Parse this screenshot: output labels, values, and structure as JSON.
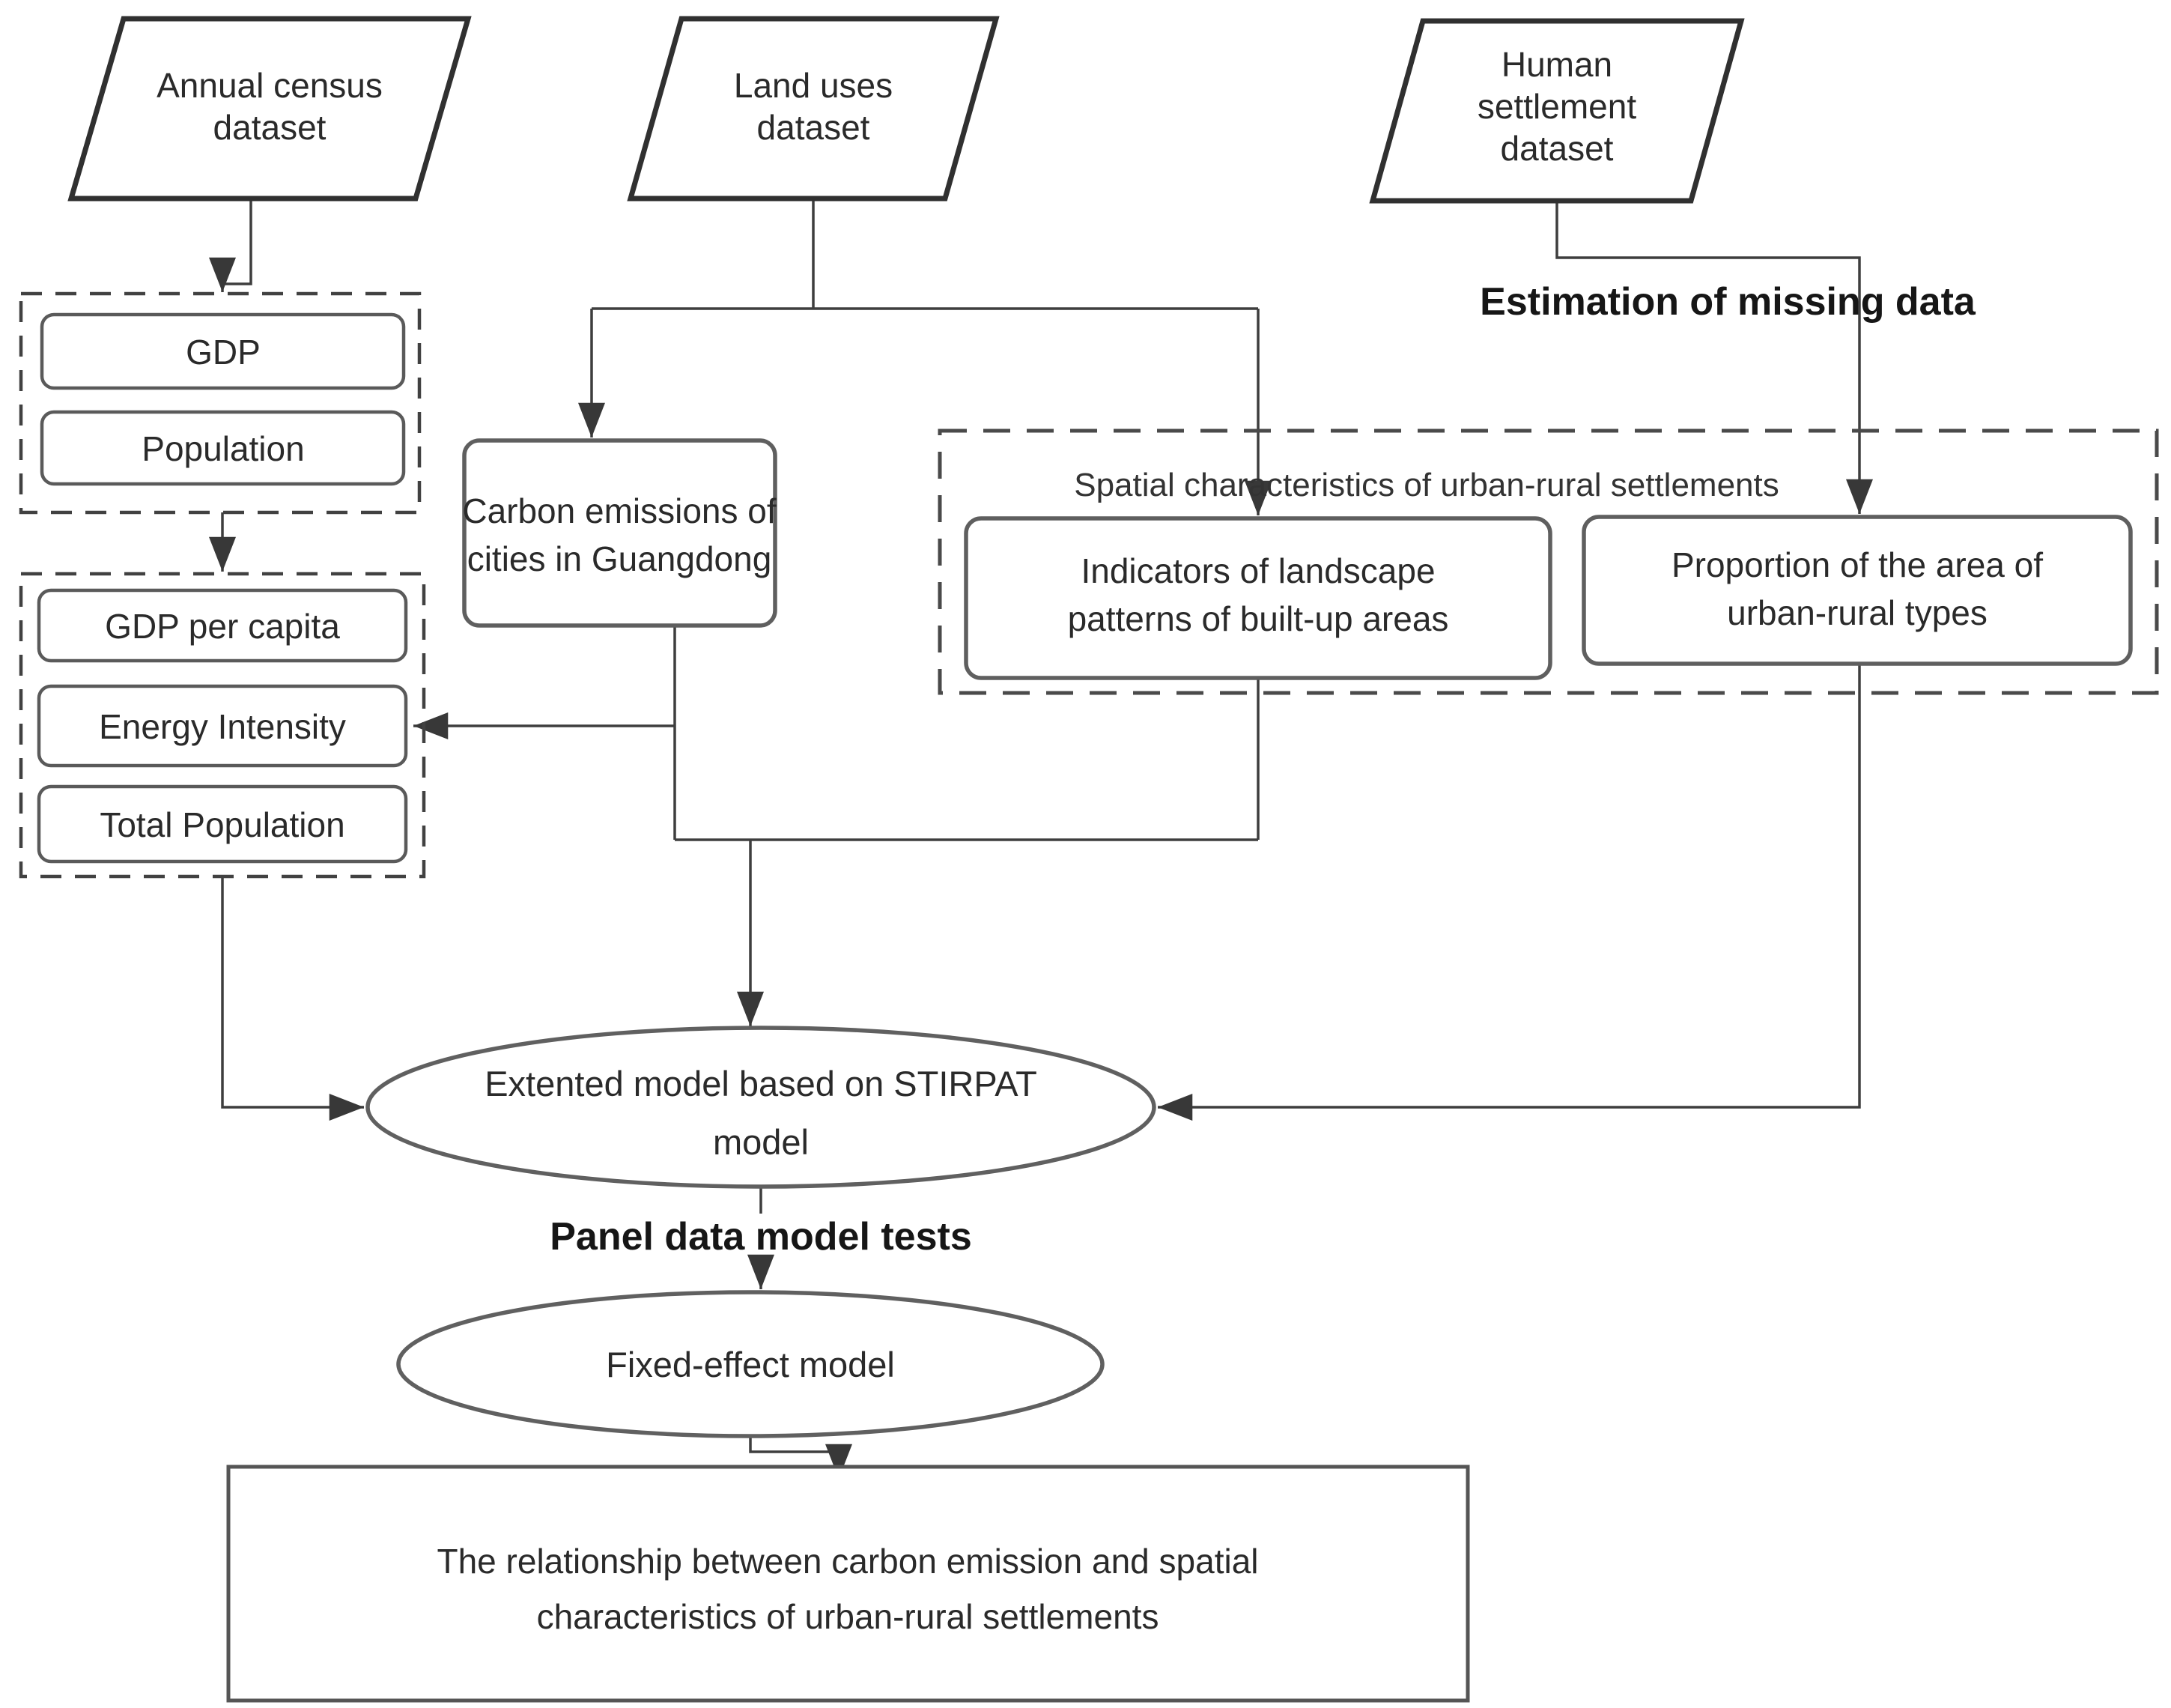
{
  "diagram": {
    "colors": {
      "background": "#ffffff",
      "connector": "#3e3e3e",
      "arrowhead": "#383838",
      "shape_border": "#5f5f5f",
      "parallelogram_border": "#303030",
      "dashed_border": "#414141",
      "text": "#2a2a2a",
      "bold_text": "#161616"
    },
    "nodes": {
      "annual_census_dataset": {
        "line1": "Annual census",
        "line2": "dataset"
      },
      "land_uses_dataset": {
        "line1": "Land uses",
        "line2": "dataset"
      },
      "human_settlement_dataset": {
        "line1": "Human",
        "line2": "settlement",
        "line3": "dataset"
      },
      "gdp": {
        "label": "GDP"
      },
      "population": {
        "label": "Population"
      },
      "gdp_per_capita": {
        "label": "GDP per capita"
      },
      "energy_intensity": {
        "label": "Energy Intensity"
      },
      "total_population": {
        "label": "Total Population"
      },
      "carbon_emissions": {
        "line1": "Carbon emissions of",
        "line2": "cities in Guangdong"
      },
      "spatial_characteristics_group": {
        "title": "Spatial characteristics of urban-rural settlements"
      },
      "landscape_indicators": {
        "line1": "Indicators of landscape",
        "line2": "patterns of built-up areas"
      },
      "urban_rural_area_proportion": {
        "line1": "Proportion of the area of",
        "line2": "urban-rural types"
      },
      "stirpat_model": {
        "line1": "Extented model based on STIRPAT",
        "line2": "model"
      },
      "fixed_effect_model": {
        "label": "Fixed-effect model"
      },
      "relationship_result": {
        "line1": "The relationship between carbon emission and spatial",
        "line2": "characteristics of urban-rural settlements"
      }
    },
    "edge_labels": {
      "estimation_of_missing_data": "Estimation of missing data",
      "panel_data_model_tests": "Panel data model tests"
    }
  }
}
